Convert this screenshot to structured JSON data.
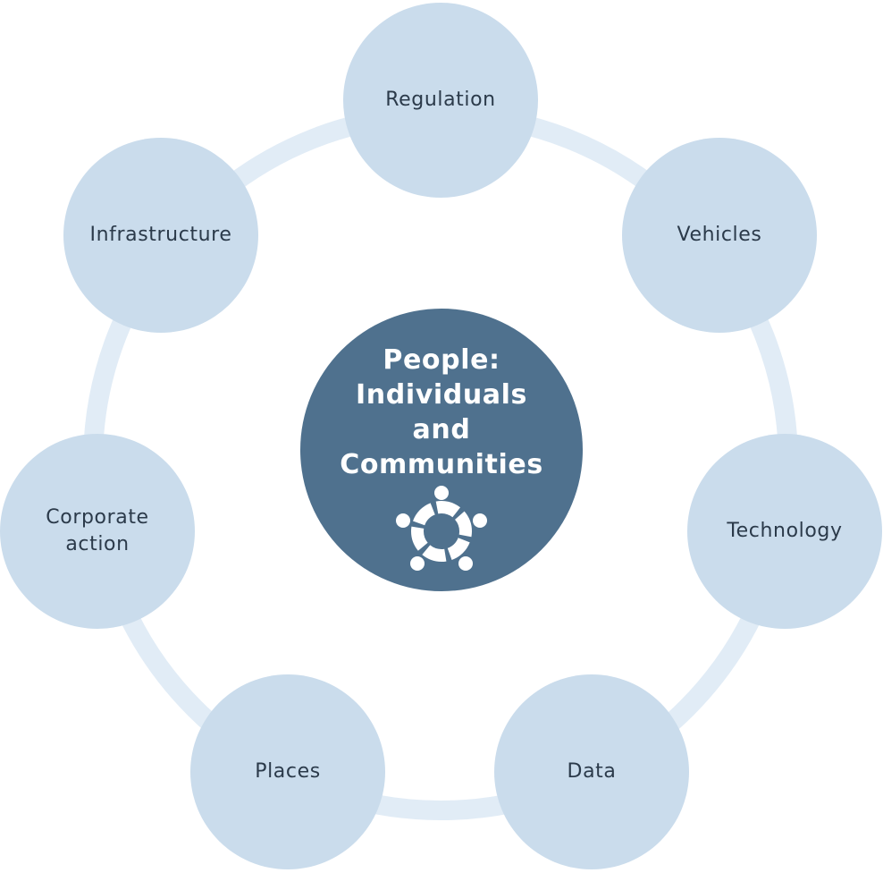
{
  "center": {
    "title": "People:\nIndividuals\nand\nCommunities",
    "icon": "community-people-circle-icon"
  },
  "nodes": [
    {
      "label": "Regulation"
    },
    {
      "label": "Vehicles"
    },
    {
      "label": "Technology"
    },
    {
      "label": "Data"
    },
    {
      "label": "Places"
    },
    {
      "label": "Corporate\naction"
    },
    {
      "label": "Infrastructure"
    }
  ],
  "colors": {
    "ring": "#e1ecf6",
    "node_fill": "#cadcec",
    "node_text": "#2b3a4a",
    "center_fill": "#4f718e",
    "center_text": "#ffffff"
  }
}
